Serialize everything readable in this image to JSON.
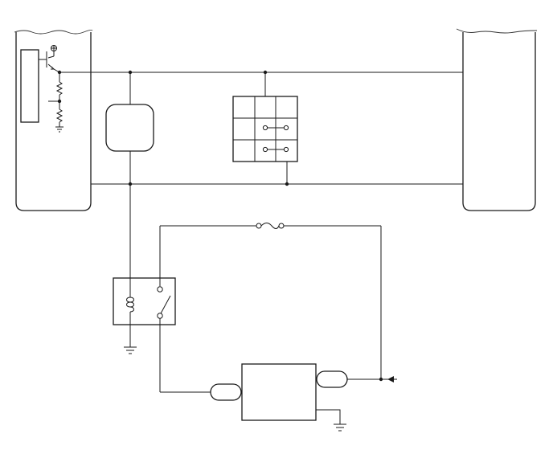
{
  "diagram": {
    "type": "wiring-schematic",
    "labels": [],
    "colors": {
      "line": "#1a1a1a",
      "background": "#ffffff"
    },
    "components": [
      "left-module-connector",
      "right-module-connector",
      "transistor-output",
      "resistor-divider",
      "round-module",
      "switch-matrix-3x3",
      "inline-fuse",
      "relay-coil",
      "relay-contact",
      "connector-pill-left",
      "connector-pill-right",
      "control-unit-box",
      "ground-symbol"
    ]
  }
}
